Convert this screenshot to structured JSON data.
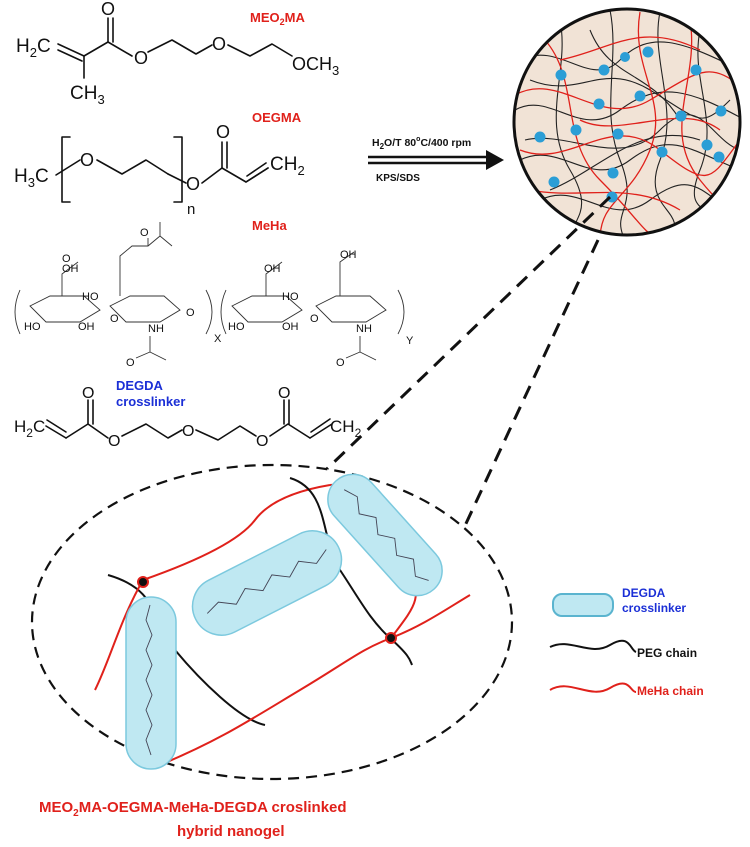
{
  "monomers": {
    "meo2ma": {
      "label": "MEO",
      "sub": "2",
      "label_tail": "MA",
      "h2c": "H",
      "h2c_sub": "2",
      "h2c_tail": "C",
      "ch3": "CH",
      "ch3_sub": "3",
      "o1": "O",
      "o2": "O",
      "o3": "O",
      "och3": "OCH",
      "och3_sub": "3"
    },
    "oegma": {
      "label": "OEGMA",
      "h3c": "H",
      "h3c_sub": "3",
      "h3c_tail": "C",
      "o_left": "O",
      "o_right": "O",
      "o_carbonyl": "O",
      "ch2": "CH",
      "ch2_sub": "2",
      "n": "n"
    },
    "meha": {
      "label": "MeHa",
      "x": "X",
      "y": "Y",
      "oh": "OH",
      "ho": "HO",
      "nh": "NH",
      "o": "O"
    },
    "degda": {
      "label_line1": "DEGDA",
      "label_line2": "crosslinker",
      "h2c": "H",
      "h2c_sub": "2",
      "h2c_tail": "C",
      "ch2": "CH",
      "ch2_sub": "2",
      "o": "O"
    }
  },
  "reaction": {
    "conditions_top_pre": "H",
    "conditions_top_sub": "2",
    "conditions_top_mid": "O/T 80",
    "conditions_top_sup": "o",
    "conditions_top_post": "C/400 rpm",
    "conditions_bottom": "KPS/SDS"
  },
  "legend": {
    "crosslinker_line1": "DEGDA",
    "crosslinker_line2": "crosslinker",
    "peg": "PEG chain",
    "meha": "MeHa chain"
  },
  "caption": {
    "line1_pre": "MEO",
    "line1_sub": "2",
    "line1_post": "MA-OEGMA-MeHa-DEGDA croslinked",
    "line2": "hybrid nanogel"
  },
  "colors": {
    "red": "#e0211b",
    "blue": "#1b2fd6",
    "node": "#2b9ed6",
    "capsule": "#bfe8f2",
    "circle_bg": "#f1e3d6"
  }
}
